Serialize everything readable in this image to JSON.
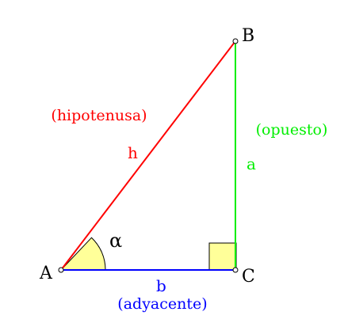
{
  "labels": {
    "vertex_a": "A",
    "vertex_b": "B",
    "vertex_c": "C",
    "angle": "α",
    "side_h": "h",
    "side_a": "a",
    "side_b": "b",
    "hypotenuse": "(hipotenusa)",
    "opposite": "(opuesto)",
    "adjacent": "(adyacente)"
  },
  "colors": {
    "hypotenuse": "#ff0000",
    "opposite": "#00ee00",
    "adjacent": "#0000ff",
    "angle_fill": "#ffff99",
    "right_angle_fill": "#ffff99",
    "text": "#000000"
  }
}
